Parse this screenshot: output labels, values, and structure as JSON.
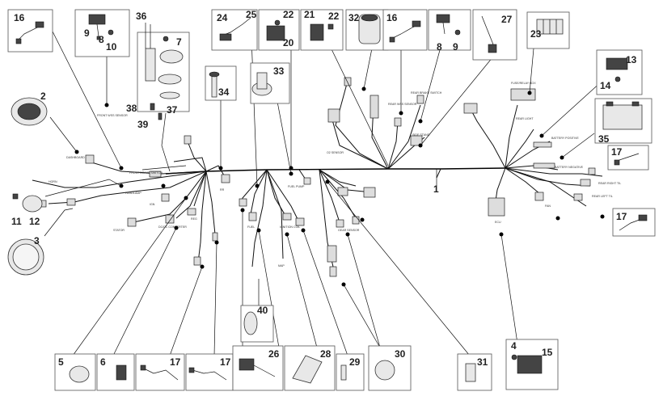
{
  "part_numbers": {
    "p1": "1",
    "p2": "2",
    "p3": "3",
    "p4": "4",
    "p5": "5",
    "p6": "6",
    "p7": "7",
    "p8a": "8",
    "p8b": "8",
    "p9a": "9",
    "p9b": "9",
    "p10": "10",
    "p11": "11",
    "p12": "12",
    "p13": "13",
    "p14": "14",
    "p15": "15",
    "p16a": "16",
    "p16b": "16",
    "p17a": "17",
    "p17b": "17",
    "p17c": "17",
    "p17d": "17",
    "p20": "20",
    "p21": "21",
    "p22a": "22",
    "p22b": "22",
    "p23": "23",
    "p24": "24",
    "p25": "25",
    "p26": "26",
    "p27": "27",
    "p28": "28",
    "p29": "29",
    "p30": "30",
    "p31": "31",
    "p32": "32",
    "p33": "33",
    "p34": "34",
    "p35": "35",
    "p36": "36",
    "p37": "37",
    "p38": "38",
    "p39": "39",
    "p40": "40"
  },
  "connector_labels": {
    "dashboard": "DASHBOARD",
    "front_wss": "FRONT WSS SENSOR",
    "front_brake": "FRONT BRAKE SWITCH",
    "headlamp": "HEADLAMP",
    "ign": "IGN",
    "horn": "HORN",
    "stator": "STATOR",
    "rr": "RR",
    "dcdc": "DC/DC CONVERTER",
    "reg": "REG",
    "fuel_pump": "FUEL PUMP",
    "fuel": "FUEL",
    "map": "MAP",
    "ignition_coil": "IGNITION COIL",
    "fan": "FAN",
    "ecu": "ECU",
    "battery_pos": "BATTERY POSITIVE",
    "battery_neg": "BATTERY NEGATIVE",
    "rear_left": "REAR LEFT TIL",
    "rear_right": "REAR RIGHT TIL",
    "rear_wss": "REAR WSS SENSOR",
    "side_stand": "SIDE STAND",
    "rear_brake": "REAR BRAKE SWITCH",
    "relay_box": "FUSE/RELAY BOX",
    "rear_light": "REAR LIGHT",
    "o2": "O2 SENSOR",
    "gear": "GEAR SENSOR"
  }
}
